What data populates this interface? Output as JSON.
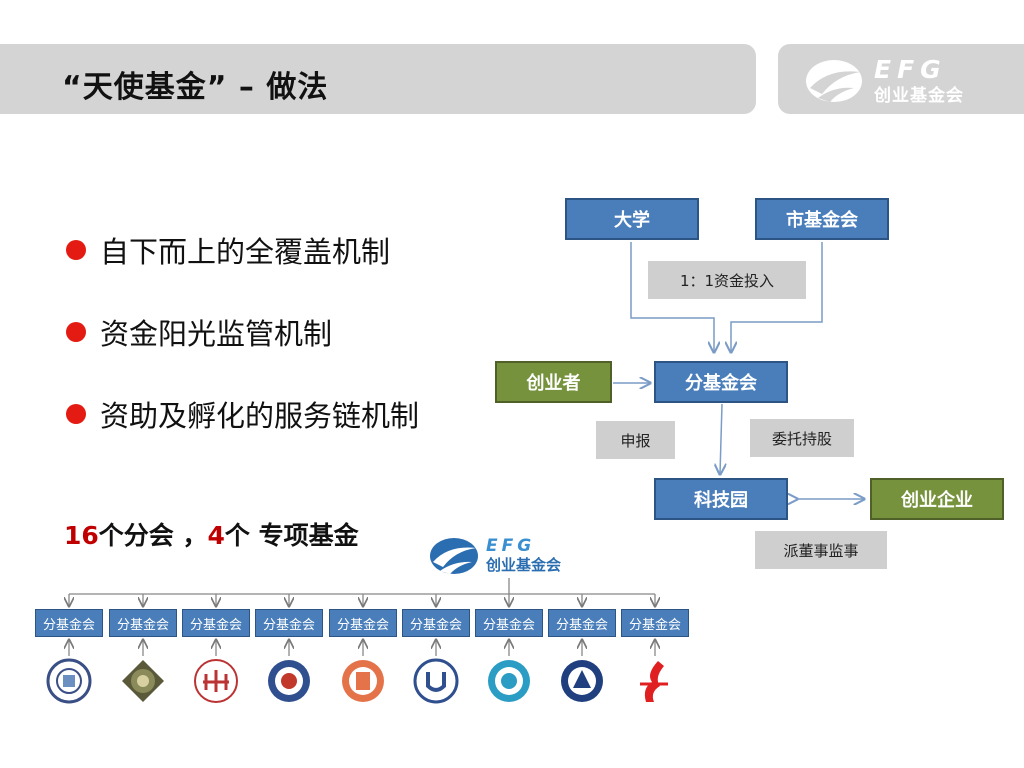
{
  "title": "“天使基金” – 做法",
  "logo": {
    "efg": "EFG",
    "name": "创业基金会"
  },
  "bullets": [
    "自下而上的全覆盖机制",
    "资金阳光监管机制",
    "资助及孵化的服务链机制"
  ],
  "count": {
    "n1": "16",
    "t1": "个分会 ，",
    "n2": "4",
    "t2": "个 专项基金"
  },
  "flow": {
    "university": "大学",
    "city_fund": "市基金会",
    "ratio_label": "1：1资金投入",
    "entrepreneur": "创业者",
    "branch_fund": "分基金会",
    "apply_label": "申报",
    "entrust_label": "委托持股",
    "tech_park": "科技园",
    "startup": "创业企业",
    "director_label": "派董事监事"
  },
  "tree": {
    "root_efg": "EFG",
    "root_name": "创业基金会",
    "funds": [
      "分基金会",
      "分基金会",
      "分基金会",
      "分基金会",
      "分基金会",
      "分基金会",
      "分基金会",
      "分基金会",
      "分基金会"
    ]
  },
  "colors": {
    "accent_red": "#e41b13",
    "node_blue": "#4a7ebb",
    "node_green": "#76923c",
    "label_gray": "#cfcfcf"
  }
}
